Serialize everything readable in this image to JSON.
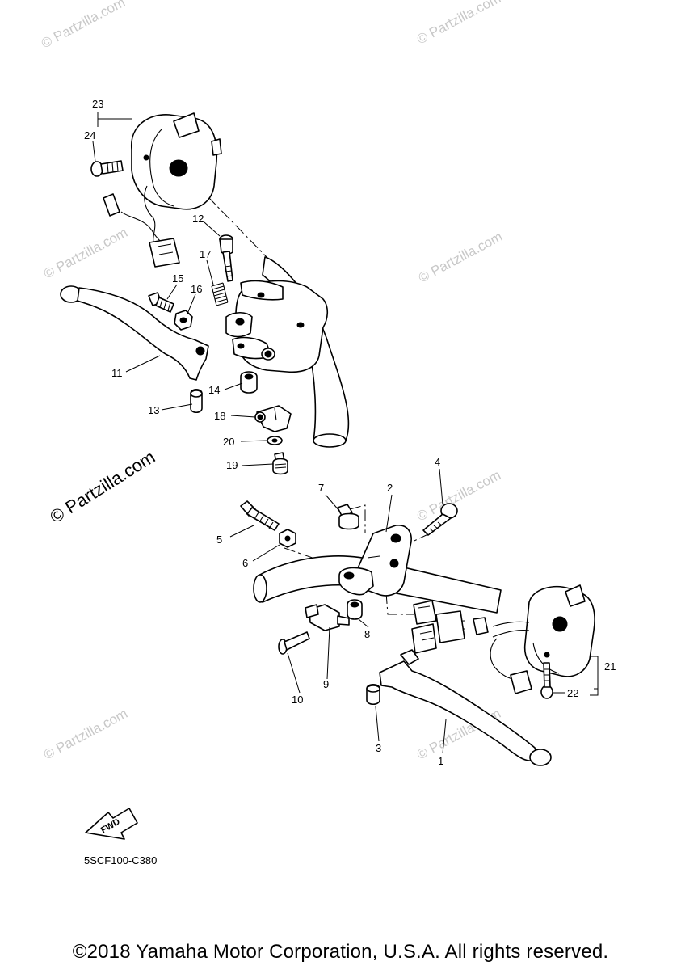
{
  "callouts": [
    "1",
    "2",
    "3",
    "4",
    "5",
    "6",
    "7",
    "8",
    "9",
    "10",
    "11",
    "12",
    "13",
    "14",
    "15",
    "16",
    "17",
    "18",
    "19",
    "20",
    "21",
    "22",
    "23",
    "24"
  ],
  "watermarks": {
    "small": "© Partzilla.com",
    "large": "© Partzilla.com"
  },
  "fwd_label": "FWD",
  "diagram_code": "5SCF100-C380",
  "copyright": "©2018 Yamaha Motor Corporation, U.S.A. All rights reserved."
}
